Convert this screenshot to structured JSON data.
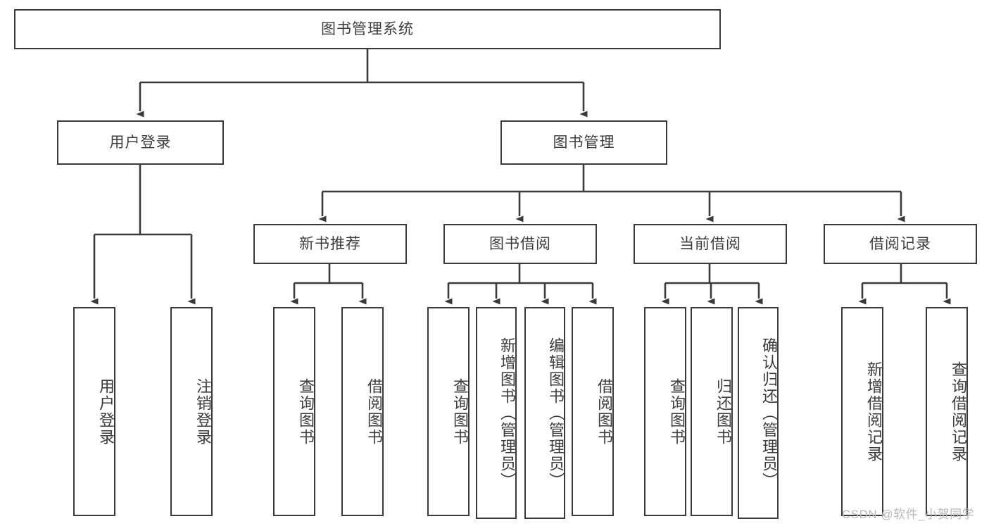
{
  "diagram": {
    "title": "图书管理系统",
    "watermark": "CSDN @软件_小贺同学",
    "colors": {
      "stroke": "#3a3a3a",
      "text": "#3c3c3c",
      "background": "#ffffff",
      "watermark": "#b9b9b9"
    },
    "levels": {
      "root": {
        "label": "图书管理系统"
      },
      "level2": [
        {
          "label": "用户登录"
        },
        {
          "label": "图书管理"
        }
      ],
      "level3": [
        {
          "label": "新书推荐"
        },
        {
          "label": "图书借阅"
        },
        {
          "label": "当前借阅"
        },
        {
          "label": "借阅记录"
        }
      ],
      "leaves": {
        "user_login": [
          {
            "label": "用户登录"
          },
          {
            "label": "注销登录"
          }
        ],
        "new_book_recommend": [
          {
            "label": "查询图书"
          },
          {
            "label": "借阅图书"
          }
        ],
        "book_borrow": [
          {
            "label": "查询图书"
          },
          {
            "label": "新增图书（管理员）"
          },
          {
            "label": "编辑图书（管理员）"
          },
          {
            "label": "借阅图书"
          }
        ],
        "current_borrow": [
          {
            "label": "查询图书"
          },
          {
            "label": "归还图书"
          },
          {
            "label": "确认归还（管理员）"
          }
        ],
        "borrow_record": [
          {
            "label": "新增借阅记录"
          },
          {
            "label": "查询借阅记录"
          }
        ]
      }
    }
  }
}
